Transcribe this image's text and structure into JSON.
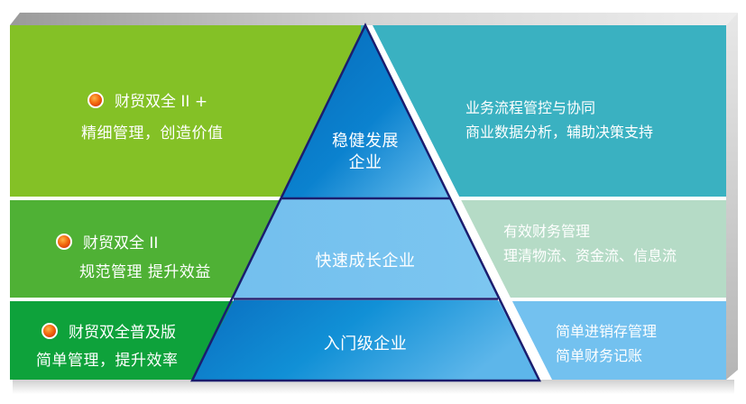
{
  "diagram": {
    "type": "pyramid-tiers",
    "tiers": [
      {
        "level": "top",
        "pyramid_label_line1": "稳健发展",
        "pyramid_label_line2": "企业",
        "product_name": "财贸双全 II +",
        "product_slogan": "精细管理，创造价值",
        "features_line1": "业务流程管控与协同",
        "features_line2": "商业数据分析，辅助决策支持",
        "left_color": "#84c126",
        "right_color": "#3ab1c1",
        "pyramid_color": "#0a78c8"
      },
      {
        "level": "middle",
        "pyramid_label_line1": "快速成长企业",
        "product_name": "财贸双全 II",
        "product_slogan": "规范管理 提升效益",
        "features_line1": "有效财务管理",
        "features_line2": "理清物流、资金流、信息流",
        "left_color": "#4fb135",
        "right_color": "#b5dbc6",
        "pyramid_color": "#78c3ef"
      },
      {
        "level": "bottom",
        "pyramid_label_line1": "入门级企业",
        "product_name": "财贸双全普及版",
        "product_slogan": "简单管理，提升效率",
        "features_line1": "简单进销存管理",
        "features_line2": "简单财务记账",
        "left_color": "#0ea23b",
        "right_color": "#73c1ef",
        "pyramid_color": "#0f7fcc"
      }
    ],
    "colors": {
      "pyramid_outline": "#1b1d6e",
      "divider": "#ffffff",
      "bevel": "#c9c9c9",
      "bullet": "#f26a0f"
    }
  }
}
